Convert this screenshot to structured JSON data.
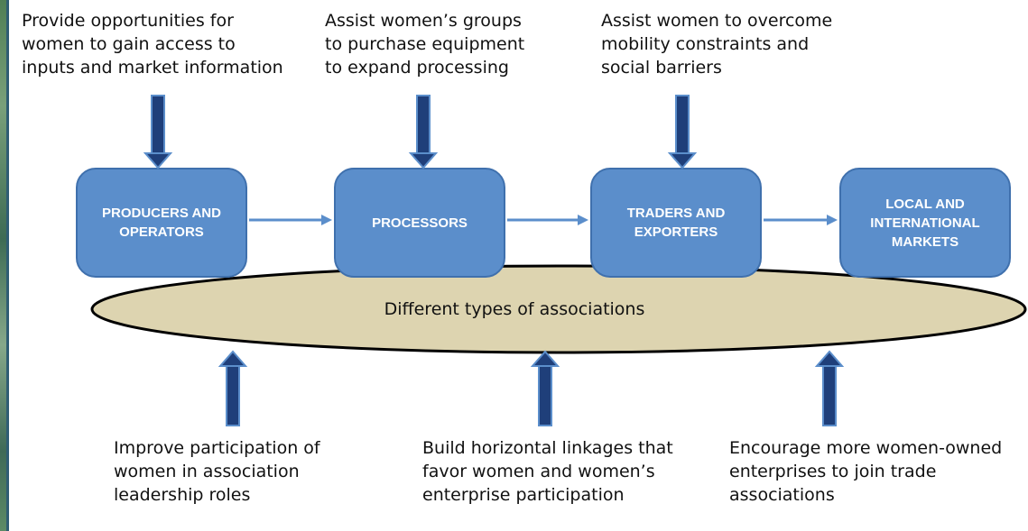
{
  "colors": {
    "node_fill": "#5b8ecb",
    "node_border": "#3f70ad",
    "ellipse_fill": "#ddd4b0",
    "arrow_dark": "#1f3f7a",
    "arrow_light": "#5b8ecb"
  },
  "top_captions": [
    "Provide opportunities for\nwomen to gain access to\ninputs and market information",
    "Assist women’s groups\nto purchase equipment\nto expand processing",
    "Assist women to overcome\nmobility constraints and\nsocial barriers"
  ],
  "nodes": [
    "PRODUCERS AND\nOPERATORS",
    "PROCESSORS",
    "TRADERS AND\nEXPORTERS",
    "LOCAL AND\nINTERNATIONAL\nMARKETS"
  ],
  "ellipse_label": "Different types of associations",
  "bottom_captions": [
    "Improve participation of\nwomen in association\nleadership roles",
    "Build horizontal linkages that\nfavor women and women’s\nenterprise participation",
    "Encourage more women-owned\nenterprises to join trade\nassociations"
  ]
}
